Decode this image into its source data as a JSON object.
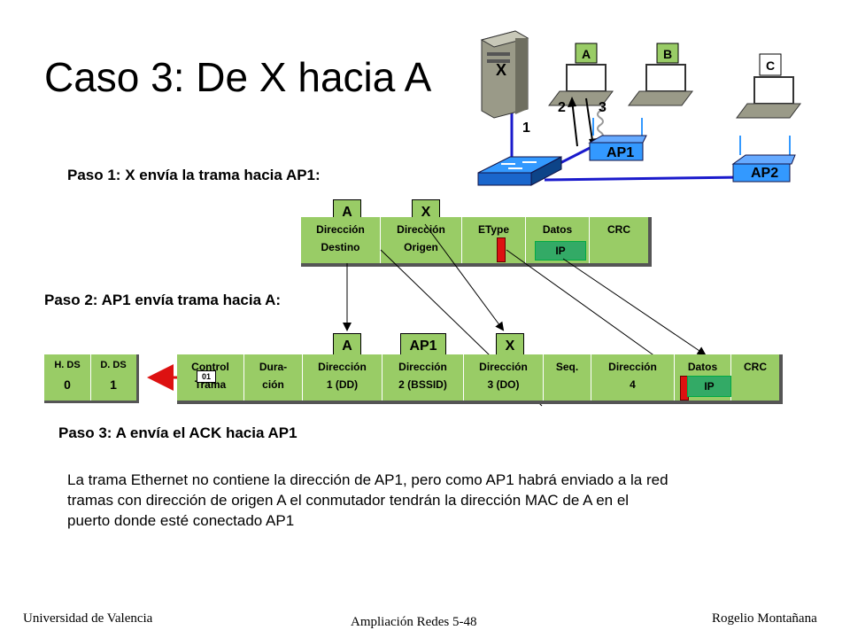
{
  "title": "Caso 3: De X hacia A",
  "topology": {
    "server_label": "X",
    "laptops": [
      "A",
      "B",
      "C"
    ],
    "ap1_label": "AP1",
    "ap2_label": "AP2",
    "link_labels": {
      "wired": "1",
      "wireless_to_a": "2",
      "wireless_to_ap": "3"
    }
  },
  "steps": {
    "step1": "Paso 1: X envía la trama hacia AP1:",
    "step2": "Paso 2: AP1 envía trama hacia A:",
    "step3": "Paso 3: A envía el ACK hacia AP1"
  },
  "ethernet_frame": {
    "tags": {
      "dest": "A",
      "src": "X"
    },
    "fields": [
      {
        "line1": "Dirección",
        "line2": "Destino"
      },
      {
        "line1": "Dirección",
        "line2": "Origen"
      },
      {
        "line1": "EType",
        "line2": ""
      },
      {
        "line1": "Datos",
        "line2": ""
      },
      {
        "line1": "CRC",
        "line2": ""
      }
    ],
    "ip_label": "IP"
  },
  "wifi_frame": {
    "tags": {
      "addr1": "A",
      "addr2": "AP1",
      "addr3": "X"
    },
    "fields": [
      {
        "line1": "Control",
        "line2": "Trama"
      },
      {
        "line1": "Dura-",
        "line2": "ción"
      },
      {
        "line1": "Dirección",
        "line2": "1 (DD)"
      },
      {
        "line1": "Dirección",
        "line2": "2 (BSSID)"
      },
      {
        "line1": "Dirección",
        "line2": "3 (DO)"
      },
      {
        "line1": "Seq.",
        "line2": ""
      },
      {
        "line1": "Dirección",
        "line2": "4"
      },
      {
        "line1": "Datos",
        "line2": ""
      },
      {
        "line1": "CRC",
        "line2": ""
      }
    ],
    "ip_label": "IP",
    "control_code": "01"
  },
  "ds_bits": {
    "to_ds_label": "H. DS",
    "to_ds_value": "0",
    "from_ds_label": "D. DS",
    "from_ds_value": "1"
  },
  "explanation": "La trama Ethernet no contiene la dirección de AP1, pero como AP1 habrá enviado a la red tramas con dirección de origen A el conmutador tendrán la dirección MAC de A en el puerto donde esté conectado AP1",
  "footer": {
    "left": "Universidad de Valencia",
    "center": "Ampliación Redes 5-48",
    "right": "Rogelio Montañana"
  },
  "colors": {
    "frame_green": "#99cc66",
    "ap_blue": "#3399ff",
    "link_blue": "#1a1acc",
    "accent_red": "#dd1111"
  }
}
